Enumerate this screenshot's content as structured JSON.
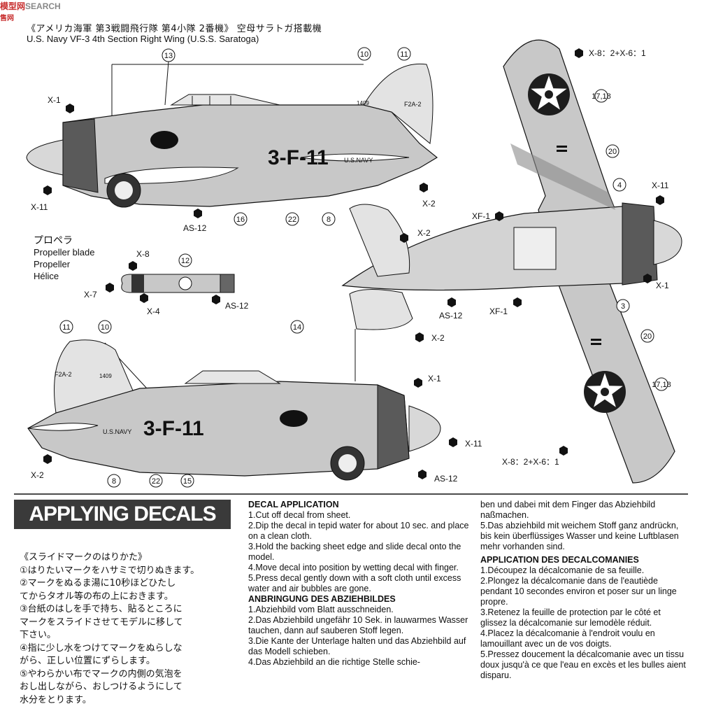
{
  "watermark": {
    "part1": "模型网",
    "part2": "SEARCH",
    "part3": "售网"
  },
  "header": {
    "jp": "《アメリカ海軍 第3戦闘飛行隊 第4小隊 2番機》 空母サラトガ搭載機",
    "en": "U.S. Navy VF-3 4th Section Right Wing  (U.S.S. Saratoga)"
  },
  "aircraft": {
    "side_code": "3-F-11",
    "navy_text": "U.S.NAVY",
    "fin_text": "F2A-2",
    "serial": "1409"
  },
  "propeller": {
    "jp": "プロペラ",
    "en": "Propeller blade",
    "de": "Propeller",
    "fr": "Hélice"
  },
  "labels": {
    "x1": "X-1",
    "x2": "X-2",
    "x4": "X-4",
    "x7": "X-7",
    "x8": "X-8",
    "x11": "X-11",
    "as12": "AS-12",
    "xf1": "XF-1",
    "x8_mix": "X-8：2+X-6：1"
  },
  "callouts": {
    "n3": "3",
    "n4": "4",
    "n8": "8",
    "n10": "10",
    "n11": "11",
    "n12": "12",
    "n13": "13",
    "n14": "14",
    "n15": "15",
    "n16": "16",
    "n17_18": "17,18",
    "n20": "20",
    "n22": "22"
  },
  "applying_decals": {
    "title": "APPLYING DECALS",
    "jp": [
      "《スライドマークのはりかた》",
      "①はりたいマークをハサミで切りぬきます。",
      "②マークをぬるま湯に10秒ほどひたし",
      "てからタオル等の布の上におきます。",
      "③台紙のはしを手で持ち、貼るところに",
      "マークをスライドさせてモデルに移して",
      "下さい。",
      "④指に少し水をつけてマークをぬらしな",
      "がら、正しい位置にずらします。",
      "⑤やわらかい布でマークの内側の気泡を",
      "おし出しながら、おしつけるようにして",
      "水分をとります。"
    ]
  },
  "col2": {
    "en_title": "DECAL APPLICATION",
    "en": [
      "1.Cut off decal from sheet.",
      "2.Dip the decal in tepid water for about 10 sec. and place on a clean cloth.",
      "3.Hold the backing sheet edge and slide decal onto the model.",
      "4.Move decal into position by wetting decal with finger.",
      "5.Press decal gently down with a soft cloth until excess water and air bubbles are gone."
    ],
    "de_title": "ANBRINGUNG DES ABZIEHBILDES",
    "de": [
      "1.Abziehbild vom Blatt ausschneiden.",
      "2.Das Abziehbild ungefähr 10 Sek. in lauwarmes Wasser tauchen, dann auf sauberen Stoff legen.",
      "3.Die Kante der Unterlage halten und das Abziehbild auf das Modell schieben.",
      "4.Das Abziehbild an die richtige Stelle schie-"
    ]
  },
  "col3": {
    "de_cont": [
      "ben und dabei mit dem Finger das Abziehbild naßmachen.",
      "5.Das abziehbild mit weichem Stoff ganz andrückn, bis kein überflüssiges Wasser und keine Luftblasen mehr vorhanden sind."
    ],
    "fr_title": "APPLICATION DES DECALCOMANIES",
    "fr": [
      "1.Découpez la décalcomanie de sa feuille.",
      "2.Plongez la décalcomanie dans de l'eautiède pendant 10 secondes environ et poser sur un linge propre.",
      "3.Retenez la feuille de protection par le côté et glissez la décalcomanie sur lemodèle réduit.",
      "4.Placez la décalcomanie à l'endroit voulu en lamouillant avec un de vos doigts.",
      "5.Pressez doucement la décalcomanie avec un tissu doux jusqu'à ce que l'eau en excès et les bulles aient disparu."
    ]
  }
}
